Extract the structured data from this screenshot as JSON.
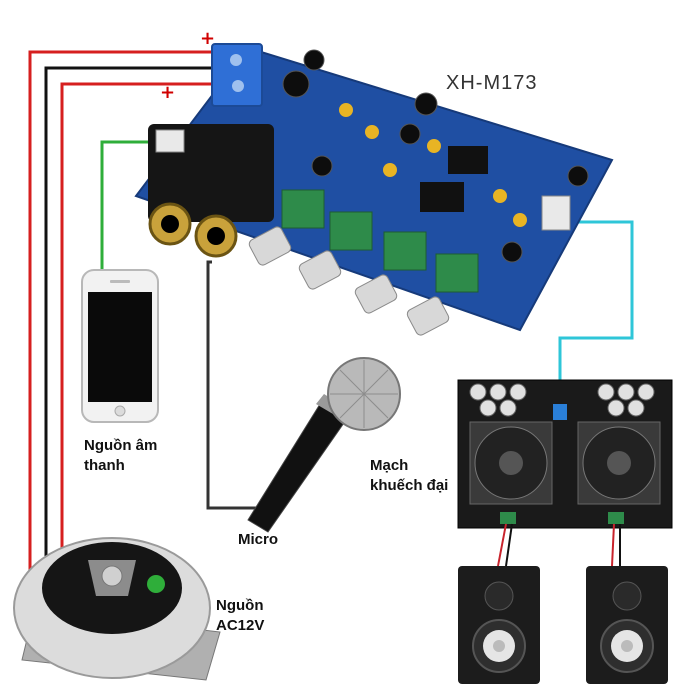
{
  "board": {
    "model": "XH-M173"
  },
  "power_terminals": {
    "plus_top": "+",
    "minus": "−",
    "plus_bottom": "+"
  },
  "labels": {
    "audio_source": [
      "Nguồn âm",
      "thanh"
    ],
    "amplifier": [
      "Mạch",
      "khuếch đại"
    ],
    "microphone": "Micro",
    "power_supply": [
      "Nguồn",
      "AC12V"
    ]
  },
  "colors": {
    "board": "#1f4fa3",
    "wire_power_positive": "#d61f1f",
    "wire_power_negative": "#111111",
    "wire_audio_source": "#2fae3a",
    "wire_amplifier_link": "#2ec6d8",
    "wire_microphone": "#333333",
    "knob_housing": "#2e8b4a"
  }
}
